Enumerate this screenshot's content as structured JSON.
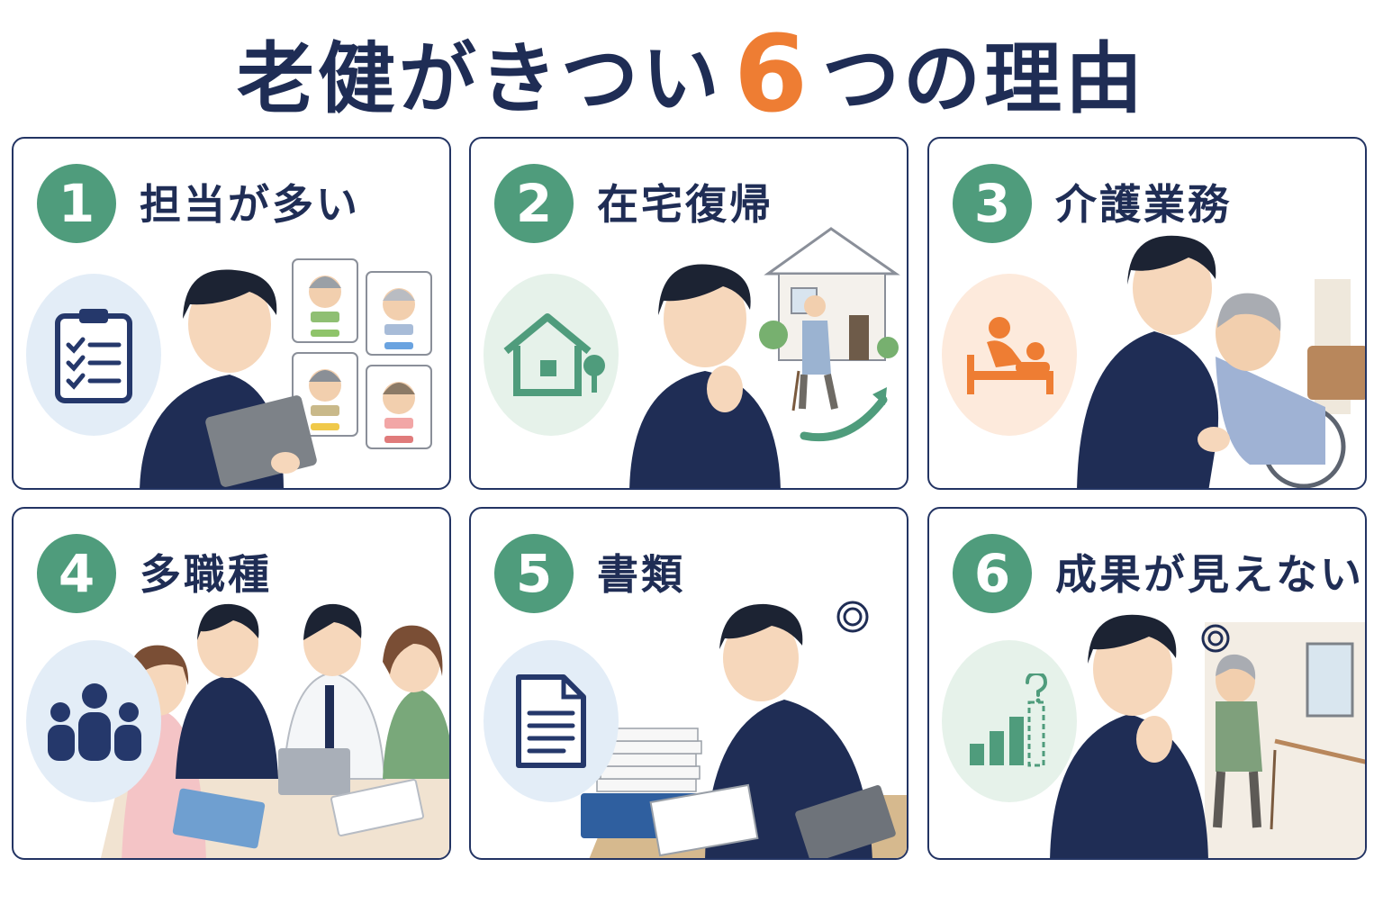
{
  "title": {
    "prefix": "老健がきつい",
    "accent_number": "6",
    "suffix": "つの理由"
  },
  "colors": {
    "navy": "#1f2d55",
    "accent_orange": "#ee7d33",
    "number_green": "#4f9c7c"
  },
  "reasons": [
    {
      "number": "1",
      "label": "担当が多い",
      "icon": "clipboard-checklist-icon"
    },
    {
      "number": "2",
      "label": "在宅復帰",
      "icon": "house-icon"
    },
    {
      "number": "3",
      "label": "介護業務",
      "icon": "caregiving-bed-icon"
    },
    {
      "number": "4",
      "label": "多職種",
      "icon": "team-people-icon"
    },
    {
      "number": "5",
      "label": "書類",
      "icon": "document-icon"
    },
    {
      "number": "6",
      "label": "成果が見えない",
      "icon": "bar-chart-question-icon"
    }
  ]
}
